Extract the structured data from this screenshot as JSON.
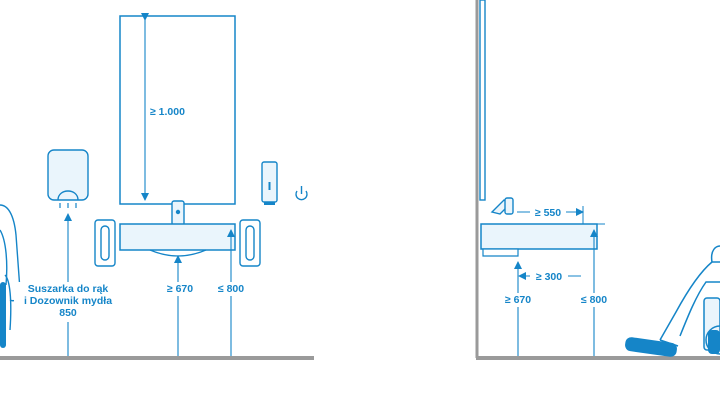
{
  "colors": {
    "line": "#1585c8",
    "fill_light": "#eaf5fc",
    "floor": "#9a9a9a",
    "dim": "#1585c8",
    "background": "#ffffff"
  },
  "front_view": {
    "mirror_height_label": "≥ 1.000",
    "dispenser_label_line1": "Suszarka do rąk",
    "dispenser_label_line2": "i Dozownik mydła",
    "dispenser_height": "850",
    "basin_height_label": "≥ 670",
    "grab_bar_height_label": "≤ 800",
    "icons": [
      "hand-dryer-icon",
      "soap-dispenser-icon",
      "power-button-icon",
      "faucet-icon",
      "grab-bar-icon",
      "wheelchair-user-icon"
    ]
  },
  "side_view": {
    "faucet_reach_label": "≥ 550",
    "knee_depth_label": "≥ 300",
    "knee_clearance_label": "≥ 670",
    "basin_top_label": "≤ 800",
    "icons": [
      "mirror-edge-icon",
      "faucet-icon",
      "wheelchair-user-icon"
    ]
  }
}
